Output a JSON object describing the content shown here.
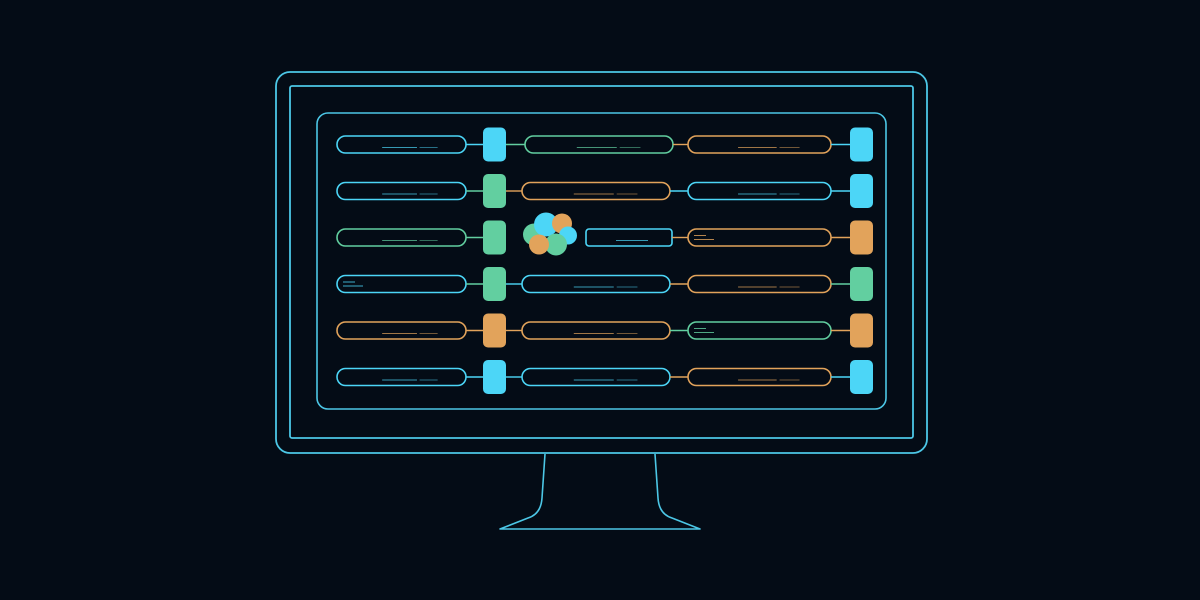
{
  "colors": {
    "background": "#040c16",
    "frame": "#4cc7e6",
    "cyan": "#4cd6f7",
    "green": "#62cfa0",
    "orange": "#e2a35b"
  },
  "rows": [
    {
      "left": "cyan",
      "node": "cyan",
      "mid": "green",
      "right": "orange",
      "end": "cyan"
    },
    {
      "left": "cyan",
      "node": "green",
      "mid": "orange",
      "right": "cyan",
      "end": "cyan"
    },
    {
      "left": "green",
      "node": "green",
      "mid": "cyan",
      "right": "orange",
      "end": "orange",
      "cluster": true
    },
    {
      "left": "cyan",
      "node": "green",
      "mid": "cyan",
      "right": "orange",
      "end": "green"
    },
    {
      "left": "orange",
      "node": "orange",
      "mid": "orange",
      "right": "green",
      "end": "orange"
    },
    {
      "left": "cyan",
      "node": "cyan",
      "mid": "cyan",
      "right": "orange",
      "end": "cyan"
    }
  ],
  "icons": {
    "monitor": "monitor-icon",
    "cluster": "cluster-icon"
  }
}
